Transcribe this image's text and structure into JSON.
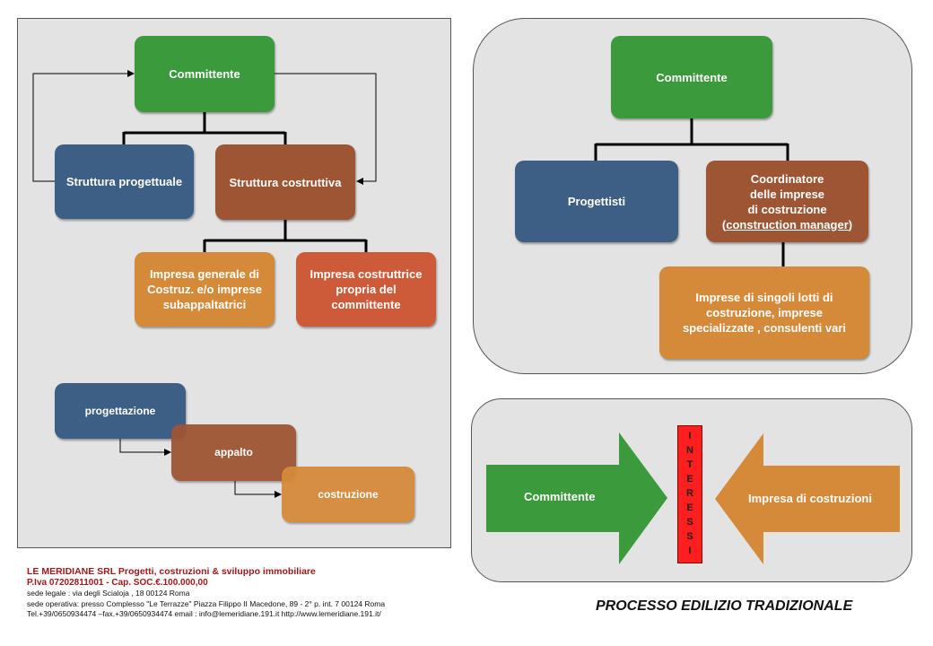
{
  "left": {
    "committente": "Committente",
    "struttura_progettuale": "Struttura progettuale",
    "struttura_costruttiva": "Struttura costruttiva",
    "impresa_generale": "Impresa generale di\nCostruz. e/o imprese\nsubappaltatrici",
    "impresa_costruttrice": "Impresa costruttrice\npropria del\ncommittente",
    "phases": [
      "progettazione",
      "appalto",
      "costruzione"
    ]
  },
  "right_top": {
    "committente": "Committente",
    "progettisti": "Progettisti",
    "coordinatore_lines": [
      "Coordinatore",
      "delle imprese",
      "di costruzione"
    ],
    "coordinatore_cm": "construction manager",
    "imprese_singoli": "Imprese di singoli lotti di\ncostruzione, imprese\nspecializzate , consulenti vari"
  },
  "right_bottom": {
    "committente_arrow": "Committente",
    "impresa_arrow": "Impresa di costruzioni",
    "interessi_letters": [
      "I",
      "N",
      "T",
      "E",
      "R",
      "E",
      "S",
      "S",
      "I"
    ]
  },
  "title": "PROCESSO EDILIZIO TRADIZIONALE",
  "footer": {
    "company": "LE MERIDIANE SRL Progetti, costruzioni & sviluppo immobiliare",
    "piva": "P.Iva 07202811001 - Cap. SOC.€.100.000,00",
    "sede_legale": "sede legale : via  degli Scialoja , 18  00124  Roma",
    "sede_operativa": "sede operativa: presso Complesso \"Le Terrazze\" Piazza Filippo II Macedone, 89 - 2°  p. int. 7  00124  Roma",
    "contacts": "Tel.+39/0650934474  –fax.+39/0650934474   email : info@lemeridiane.191.it   http://www.lemeridiane.191.it/"
  },
  "colors": {
    "green": "#3a9a3c",
    "blue": "#3d5f85",
    "brown": "#9d5533",
    "orange": "#d58a3a",
    "red_orange": "#cd5a38",
    "interessi_red": "#ff1f1f",
    "footer_red": "#a01818",
    "panel_gray": "#e3e3e3"
  }
}
